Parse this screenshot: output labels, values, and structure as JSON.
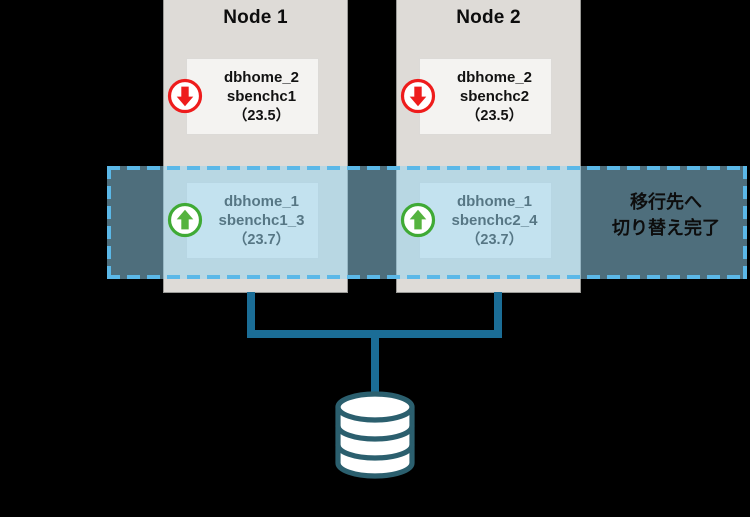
{
  "diagram": {
    "title": "Oracle RAC rolling patch migration - switch completed",
    "background_color": "#000000",
    "accent_colors": {
      "node_fill": "#dedbd7",
      "service_box_fill": "#f4f3f1",
      "band_fill": "#96d3ee",
      "band_border": "#5bb8e8",
      "connector": "#1b6d96",
      "status_down": "#ee1c1c",
      "status_up": "#3faa35"
    }
  },
  "nodes": [
    {
      "name": "node-1",
      "title": "Node 1",
      "services": [
        {
          "state": "down",
          "icon": "down-arrow-circle-icon",
          "home": "dbhome_2",
          "instance": "sbenchc1",
          "version": "（23.5）"
        },
        {
          "state": "up",
          "icon": "up-arrow-circle-icon",
          "home": "dbhome_1",
          "instance": "sbenchc1_3",
          "version": "（23.7）"
        }
      ]
    },
    {
      "name": "node-2",
      "title": "Node 2",
      "services": [
        {
          "state": "down",
          "icon": "down-arrow-circle-icon",
          "home": "dbhome_2",
          "instance": "sbenchc2",
          "version": "（23.5）"
        },
        {
          "state": "up",
          "icon": "up-arrow-circle-icon",
          "home": "dbhome_1",
          "instance": "sbenchc2_4",
          "version": "（23.7）"
        }
      ]
    }
  ],
  "highlight_band": {
    "caption_line1": "移行先へ",
    "caption_line2": "切り替え完了"
  },
  "storage": {
    "icon": "database-cylinder-icon",
    "label": ""
  }
}
